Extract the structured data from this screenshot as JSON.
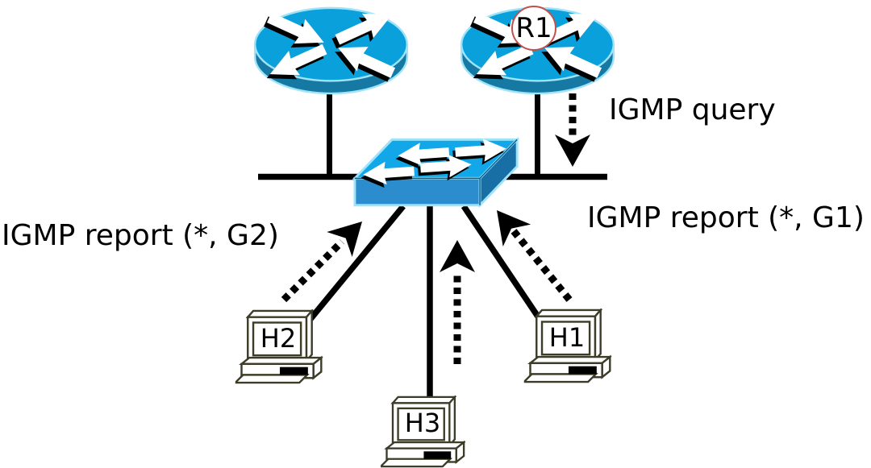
{
  "labels": {
    "igmp_query": "IGMP query",
    "igmp_report_g2": "IGMP report (*, G2)",
    "igmp_report_g1": "IGMP report (*, G1)"
  },
  "nodes": {
    "router_left": {
      "type": "router",
      "label": ""
    },
    "router_r1": {
      "type": "router",
      "label": "R1"
    },
    "switch": {
      "type": "workgroup-switch",
      "label": ""
    },
    "h1": {
      "type": "host",
      "label": "H1"
    },
    "h2": {
      "type": "host",
      "label": "H2"
    },
    "h3": {
      "type": "host",
      "label": "H3"
    }
  },
  "edges": [
    {
      "from": "router_left",
      "to": "lan-bus",
      "style": "solid"
    },
    {
      "from": "router_r1",
      "to": "lan-bus",
      "style": "solid"
    },
    {
      "from": "switch",
      "to": "h2",
      "style": "solid"
    },
    {
      "from": "switch",
      "to": "h3",
      "style": "solid"
    },
    {
      "from": "switch",
      "to": "h1",
      "style": "solid"
    }
  ],
  "messages": [
    {
      "name": "igmp-query",
      "from": "router_r1",
      "to": "lan-bus",
      "style": "dashed-arrow",
      "direction": "down",
      "label": "IGMP query"
    },
    {
      "name": "igmp-report-g2",
      "from": "h2",
      "to": "switch",
      "style": "dashed-arrow",
      "direction": "up-right",
      "label": "IGMP report (*, G2)"
    },
    {
      "name": "igmp-report-h3",
      "from": "h3",
      "to": "switch",
      "style": "dashed-arrow",
      "direction": "up",
      "label": ""
    },
    {
      "name": "igmp-report-g1",
      "from": "h1",
      "to": "switch",
      "style": "dashed-arrow",
      "direction": "up-left",
      "label": "IGMP report (*, G1)"
    }
  ],
  "colors": {
    "router_top": "#0aa0dc",
    "router_side": "#1679a4",
    "switch_top": "#12a7e8",
    "switch_front": "#2b8cce",
    "switch_side": "#186fa5",
    "rim_cyan": "#9fe3f9",
    "line": "#000000",
    "r1_circle_border": "#c0504d",
    "host_outline": "#3c3c28",
    "background": "#ffffff"
  }
}
